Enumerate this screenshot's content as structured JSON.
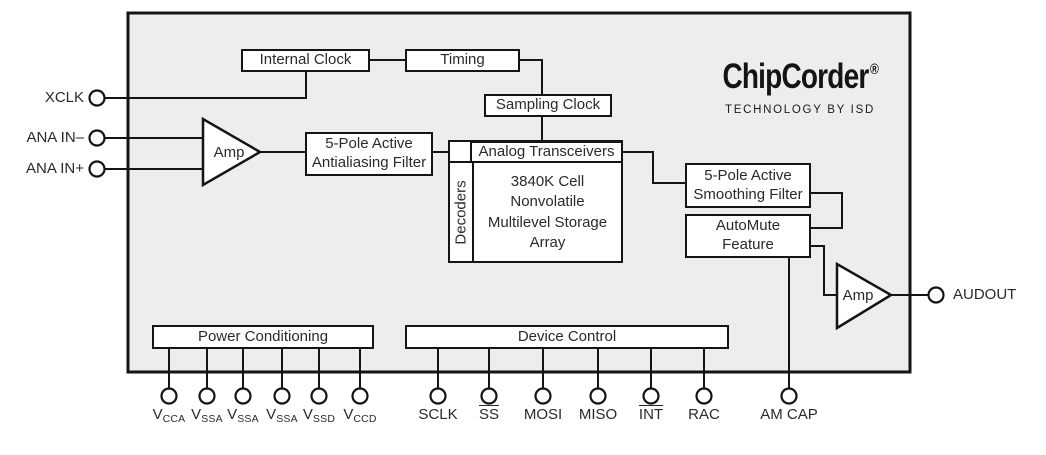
{
  "colors": {
    "background": "#ffffff",
    "chip_fill": "#ededed",
    "line": "#141414",
    "text": "#2a2a2a"
  },
  "logo": {
    "name": "ChipCorder",
    "registered": "®",
    "tagline": "TECHNOLOGY BY ISD"
  },
  "blocks": {
    "internal_clock": "Internal Clock",
    "timing": "Timing",
    "sampling_clock": "Sampling Clock",
    "antialiasing_filter": "5-Pole Active\nAntialiasing Filter",
    "analog_transceivers": "Analog Transceivers",
    "decoders": "Decoders",
    "storage_array": "3840K Cell\nNonvolatile\nMultilevel Storage\nArray",
    "smoothing_filter": "5-Pole Active\nSmoothing Filter",
    "automute_feature": "AutoMute\nFeature",
    "power_conditioning": "Power Conditioning",
    "device_control": "Device Control",
    "amp_input": "Amp",
    "amp_output": "Amp"
  },
  "pins": {
    "left": [
      {
        "label": "XCLK"
      },
      {
        "label": "ANA IN–"
      },
      {
        "label": "ANA IN+"
      }
    ],
    "right": [
      {
        "label": "AUDOUT"
      }
    ],
    "bottom": [
      {
        "label": "V",
        "sub": "CCA"
      },
      {
        "label": "V",
        "sub": "SSA"
      },
      {
        "label": "V",
        "sub": "SSA"
      },
      {
        "label": "V",
        "sub": "SSA"
      },
      {
        "label": "V",
        "sub": "SSD"
      },
      {
        "label": "V",
        "sub": "CCD"
      },
      {
        "label": "SCLK"
      },
      {
        "label": "SS",
        "overline": true
      },
      {
        "label": "MOSI"
      },
      {
        "label": "MISO"
      },
      {
        "label": "INT",
        "overline": true
      },
      {
        "label": "RAC"
      },
      {
        "label": "AM CAP"
      }
    ]
  }
}
